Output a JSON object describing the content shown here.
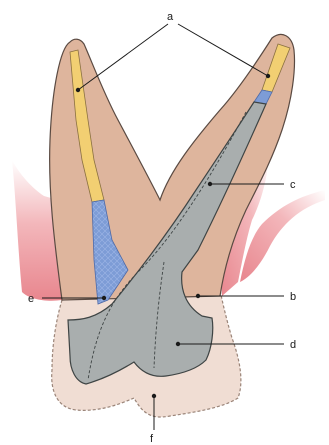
{
  "labels": {
    "a": "a",
    "b": "b",
    "c": "c",
    "d": "d",
    "e": "e",
    "f": "f"
  },
  "colors": {
    "tooth": "#deb59d",
    "tooth_stroke": "#5a4a42",
    "gum": "#e8868e",
    "gum_highlight": "#ffffff",
    "gutta_percha": "#f2cf72",
    "sealer": "#7d9cd6",
    "post_core": "#a9aeae",
    "temporary_crown": "#f0ddd3",
    "leader": "#1a1a1a"
  }
}
